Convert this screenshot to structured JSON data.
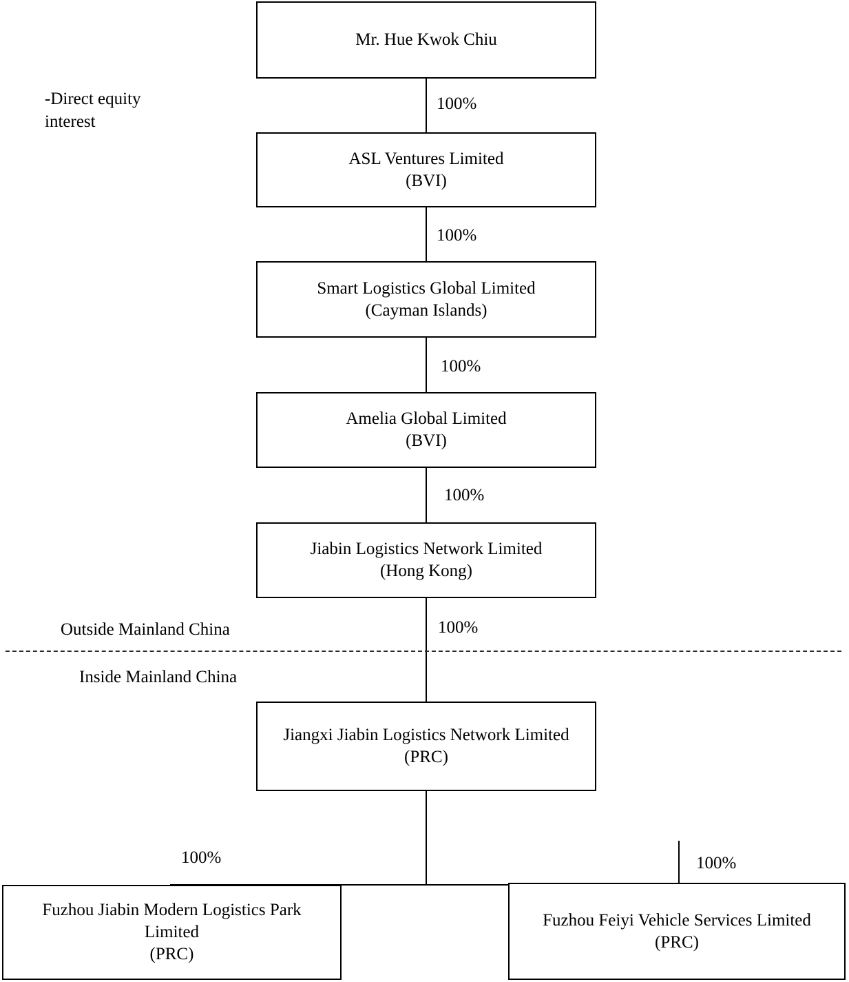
{
  "chart_data": {
    "type": "diagram",
    "title": "Shareholding / group structure chart",
    "legend": [
      {
        "symbol": "-",
        "label": "-Direct equity\ninterest"
      }
    ],
    "region_labels": {
      "above_divider": "Outside Mainland China",
      "below_divider": "Inside Mainland China",
      "divider_style": "dashed"
    },
    "nodes": [
      {
        "id": "hue",
        "name": "Mr. Hue Kwok Chiu",
        "jurisdiction": ""
      },
      {
        "id": "asl",
        "name": "ASL Ventures Limited",
        "jurisdiction": "(BVI)"
      },
      {
        "id": "smart",
        "name": "Smart Logistics Global Limited",
        "jurisdiction": "(Cayman Islands)"
      },
      {
        "id": "amelia",
        "name": "Amelia Global Limited",
        "jurisdiction": "(BVI)"
      },
      {
        "id": "jiabin_hk",
        "name": "Jiabin Logistics Network Limited",
        "jurisdiction": "(Hong Kong)"
      },
      {
        "id": "jiangxi",
        "name": "Jiangxi Jiabin Logistics Network Limited",
        "jurisdiction": "(PRC)"
      },
      {
        "id": "park",
        "name": "Fuzhou Jiabin Modern Logistics Park Limited",
        "jurisdiction": "(PRC)"
      },
      {
        "id": "feiyi",
        "name": "Fuzhou Feiyi Vehicle Services Limited",
        "jurisdiction": "(PRC)"
      }
    ],
    "edges": [
      {
        "from": "hue",
        "to": "asl",
        "label": "100%"
      },
      {
        "from": "asl",
        "to": "smart",
        "label": "100%"
      },
      {
        "from": "smart",
        "to": "amelia",
        "label": "100%"
      },
      {
        "from": "amelia",
        "to": "jiabin_hk",
        "label": "100%"
      },
      {
        "from": "jiabin_hk",
        "to": "jiangxi",
        "label": "100%"
      },
      {
        "from": "jiangxi",
        "to": "park",
        "label": "100%"
      },
      {
        "from": "jiangxi",
        "to": "feiyi",
        "label": "100%"
      }
    ]
  },
  "legend": {
    "direct_equity": "-Direct equity\ninterest"
  },
  "regions": {
    "outside": "Outside Mainland China",
    "inside": "Inside Mainland China"
  },
  "boxes": {
    "hue": {
      "text": "Mr. Hue Kwok Chiu"
    },
    "asl": {
      "text": "ASL Ventures Limited\n(BVI)"
    },
    "smart": {
      "text": "Smart Logistics Global Limited\n(Cayman Islands)"
    },
    "amelia": {
      "text": "Amelia Global Limited\n(BVI)"
    },
    "jiabin_hk": {
      "text": "Jiabin Logistics Network Limited\n(Hong Kong)"
    },
    "jiangxi": {
      "text": "Jiangxi Jiabin Logistics Network Limited\n(PRC)"
    },
    "park": {
      "text": "Fuzhou Jiabin Modern Logistics Park\nLimited\n(PRC)"
    },
    "feiyi": {
      "text": "Fuzhou Feiyi Vehicle Services Limited\n(PRC)"
    }
  },
  "percentages": {
    "hue_to_asl": "100%",
    "asl_to_smart": "100%",
    "smart_to_amelia": "100%",
    "amelia_to_jiabin_hk": "100%",
    "jiabin_hk_to_jiangxi": "100%",
    "jiangxi_to_park": "100%",
    "jiangxi_to_feiyi": "100%"
  },
  "colors": {
    "box_border": "#000000",
    "text": "#000000",
    "background": "#ffffff",
    "divider": "#2b2b2b"
  }
}
